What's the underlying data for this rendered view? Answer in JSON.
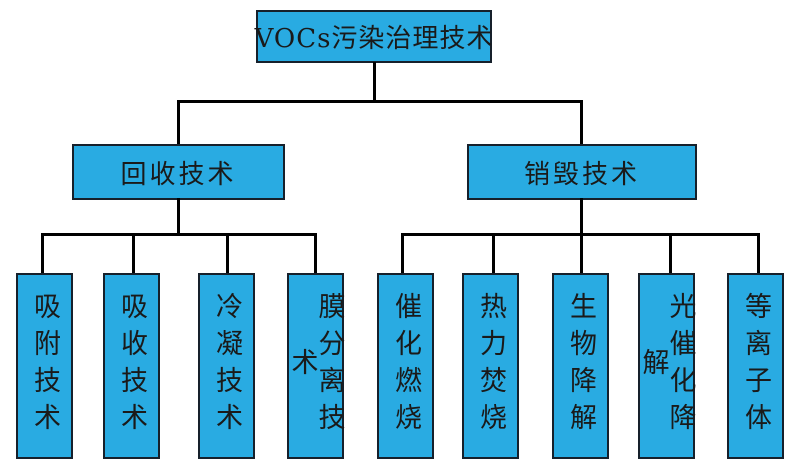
{
  "diagram": {
    "root": {
      "label": "VOCs污染治理技术"
    },
    "branches": [
      {
        "label": "回收技术",
        "children": [
          "吸附技术",
          "吸收技术",
          "冷凝技术",
          "膜分离技术"
        ]
      },
      {
        "label": "销毁技术",
        "children": [
          "催化燃烧",
          "热力焚烧",
          "生物降解",
          "光催化降解",
          "等离子体"
        ]
      }
    ],
    "colors": {
      "box_fill": "#29ABE2",
      "box_border": "#16202B",
      "line": "#000000",
      "background": "#FFFFFF",
      "text": "#1A1A1A"
    }
  }
}
